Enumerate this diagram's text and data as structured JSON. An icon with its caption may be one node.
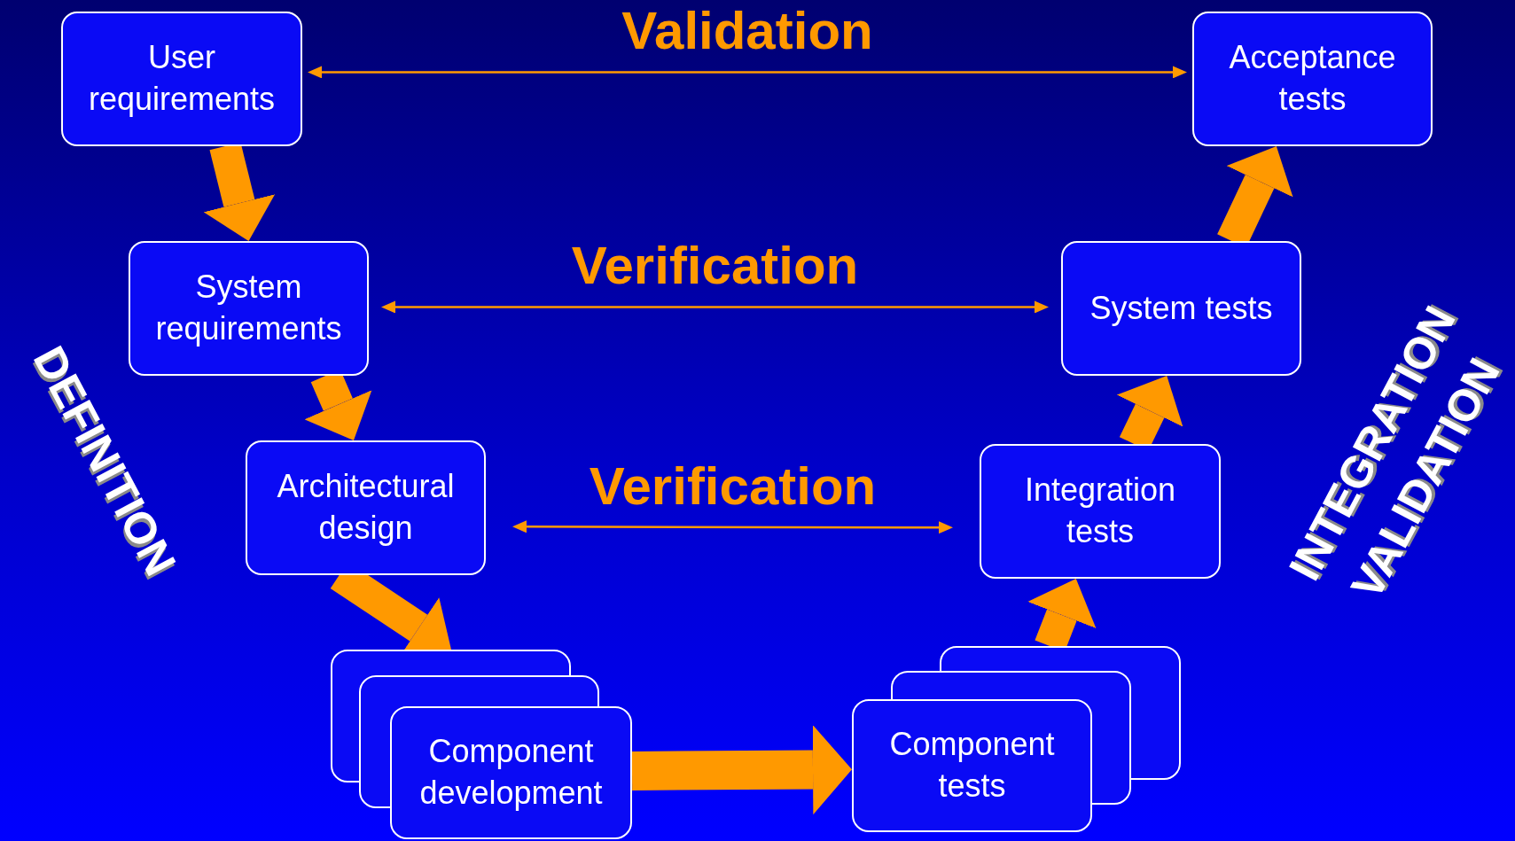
{
  "diagram": {
    "nodes": [
      {
        "text": [
          "User requirements"
        ]
      },
      {
        "text": [
          "Acceptance tests"
        ]
      },
      {
        "text": [
          "System requirements"
        ]
      },
      {
        "text": [
          "System tests"
        ]
      },
      {
        "text": [
          "Architectural design"
        ]
      },
      {
        "text": [
          "Integration tests"
        ]
      },
      {
        "text": [
          "Component development"
        ]
      },
      {
        "text": [
          "Component tests"
        ]
      }
    ],
    "edges": [
      {
        "from": 0,
        "to": 1,
        "arrow": "both",
        "label": "Validation"
      },
      {
        "from": 2,
        "to": 3,
        "arrow": "both",
        "label": "Verification"
      },
      {
        "from": 4,
        "to": 5,
        "arrow": "both",
        "label": "Verification"
      },
      {
        "from": 0,
        "to": 2,
        "arrow": "to"
      },
      {
        "from": 2,
        "to": 4,
        "arrow": "to"
      },
      {
        "from": 4,
        "to": 6,
        "arrow": "to"
      },
      {
        "from": 6,
        "to": 7,
        "arrow": "to"
      },
      {
        "from": 7,
        "to": 5,
        "arrow": "to"
      },
      {
        "from": 5,
        "to": 3,
        "arrow": "to"
      },
      {
        "from": 3,
        "to": 1,
        "arrow": "to"
      }
    ],
    "labels": [
      "DEFINITION",
      "INTEGRATION",
      "VALIDATION"
    ]
  }
}
